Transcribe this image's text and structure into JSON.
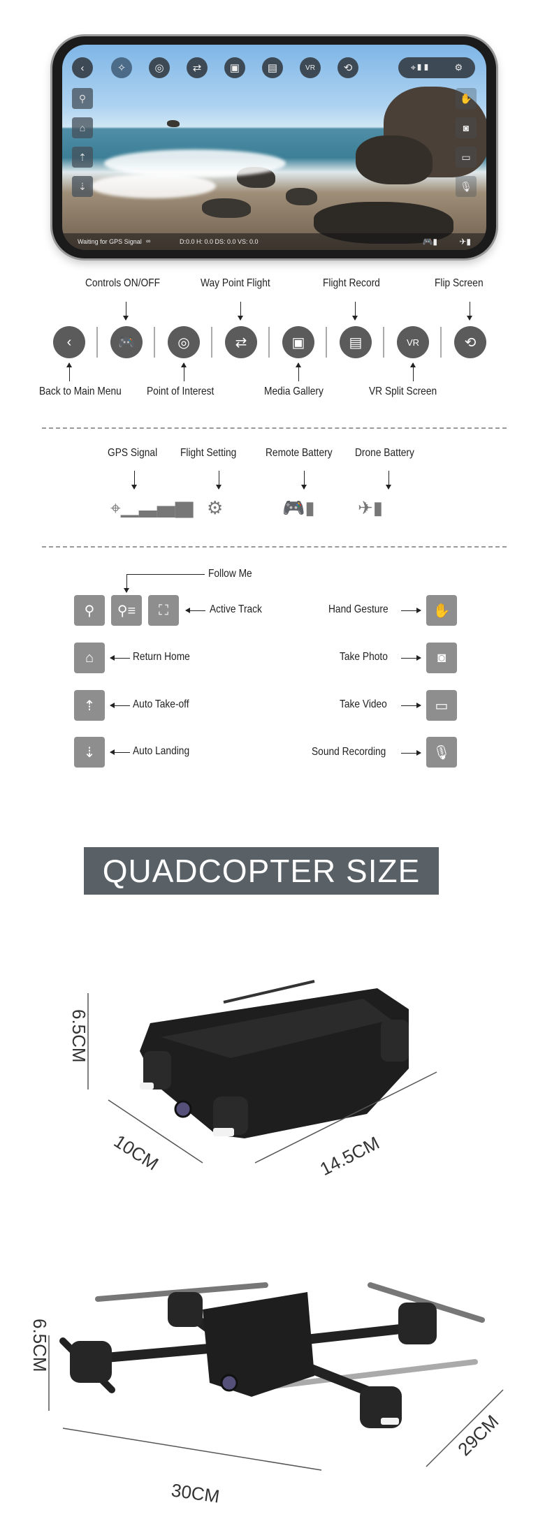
{
  "phone": {
    "status_text": "Waiting for GPS Signal",
    "telemetry": "D:0.0 H: 0.0 DS: 0.0 VS: 0.0",
    "top_icons": [
      "back-icon",
      "controller-icon",
      "poi-icon",
      "waypoint-icon",
      "gallery-icon",
      "record-icon",
      "vr-icon",
      "flip-icon"
    ]
  },
  "controls": {
    "top_labels": [
      "Controls ON/OFF",
      "Way Point Flight",
      "Flight Record",
      "Flip Screen"
    ],
    "bottom_labels": [
      "Back to Main Menu",
      "Point of Interest",
      "Media Gallery",
      "VR Split Screen"
    ],
    "icons": [
      "‹",
      "🎮",
      "◎",
      "⇄",
      "▣",
      "▤",
      "VR",
      "⟲"
    ]
  },
  "status": {
    "labels": [
      "GPS Signal",
      "Flight Setting",
      "Remote Battery",
      "Drone Battery"
    ]
  },
  "functions": {
    "follow_me": "Follow Me",
    "active_track": "Active Track",
    "return_home": "Return Home",
    "auto_takeoff": "Auto Take-off",
    "auto_landing": "Auto Landing",
    "hand_gesture": "Hand Gesture",
    "take_photo": "Take Photo",
    "take_video": "Take Video",
    "sound_recording": "Sound Recording"
  },
  "size": {
    "banner": "QUADCOPTER SIZE",
    "folded": {
      "height": "6.5CM",
      "depth": "10CM",
      "length": "14.5CM"
    },
    "unfolded": {
      "height": "6.5CM",
      "width": "30CM",
      "depth": "29CM"
    }
  },
  "colors": {
    "icon_dark": "#5b5b5b",
    "icon_light": "#8e8e8e",
    "banner": "#596167"
  }
}
